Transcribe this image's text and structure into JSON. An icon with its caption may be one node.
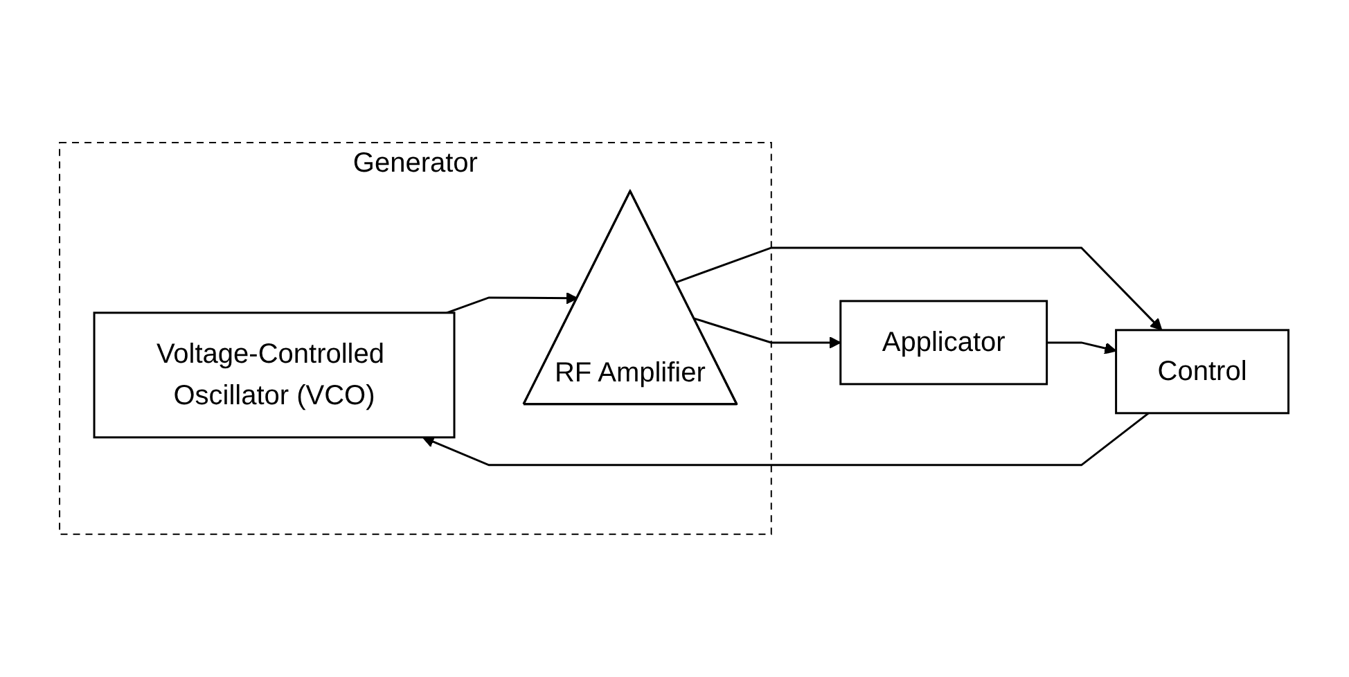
{
  "diagram": {
    "nodes": [
      {
        "text": [
          "Generator"
        ]
      },
      {
        "text": [
          "Voltage-Controlled Oscillator (VCO)"
        ],
        "in": 0
      },
      {
        "text": [
          "RF Amplifier"
        ],
        "in": 0
      },
      {
        "text": [
          "Applicator"
        ]
      },
      {
        "text": [
          "Control"
        ]
      }
    ],
    "edges": [
      {
        "from": 1,
        "to": 2,
        "arrow": "to"
      },
      {
        "from": 2,
        "to": 3,
        "arrow": "to"
      },
      {
        "from": 2,
        "to": 4,
        "arrow": "to"
      },
      {
        "from": 3,
        "to": 4,
        "arrow": "to"
      },
      {
        "from": 4,
        "to": 1,
        "arrow": "to"
      }
    ]
  }
}
